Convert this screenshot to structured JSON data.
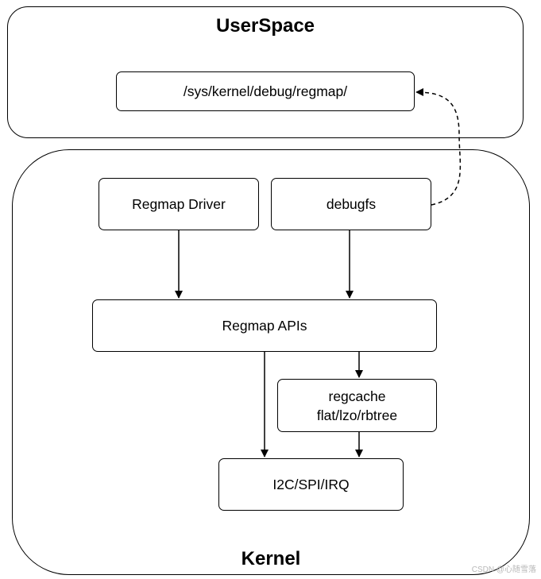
{
  "userspace": {
    "title": "UserSpace",
    "path_node": "/sys/kernel/debug/regmap/"
  },
  "kernel": {
    "title": "Kernel",
    "nodes": {
      "regmap_driver": "Regmap Driver",
      "debugfs": "debugfs",
      "regmap_apis": "Regmap APIs",
      "regcache_line1": "regcache",
      "regcache_line2": "flat/lzo/rbtree",
      "bus": "I2C/SPI/IRQ"
    }
  },
  "edges": [
    {
      "from": "Regmap Driver",
      "to": "Regmap APIs",
      "style": "solid"
    },
    {
      "from": "debugfs",
      "to": "Regmap APIs",
      "style": "solid"
    },
    {
      "from": "Regmap APIs",
      "to": "regcache",
      "style": "solid"
    },
    {
      "from": "Regmap APIs",
      "to": "I2C/SPI/IRQ",
      "style": "solid"
    },
    {
      "from": "regcache",
      "to": "I2C/SPI/IRQ",
      "style": "solid"
    },
    {
      "from": "debugfs",
      "to": "/sys/kernel/debug/regmap/",
      "style": "dashed"
    }
  ],
  "watermark": "CSDN @心随雪落"
}
